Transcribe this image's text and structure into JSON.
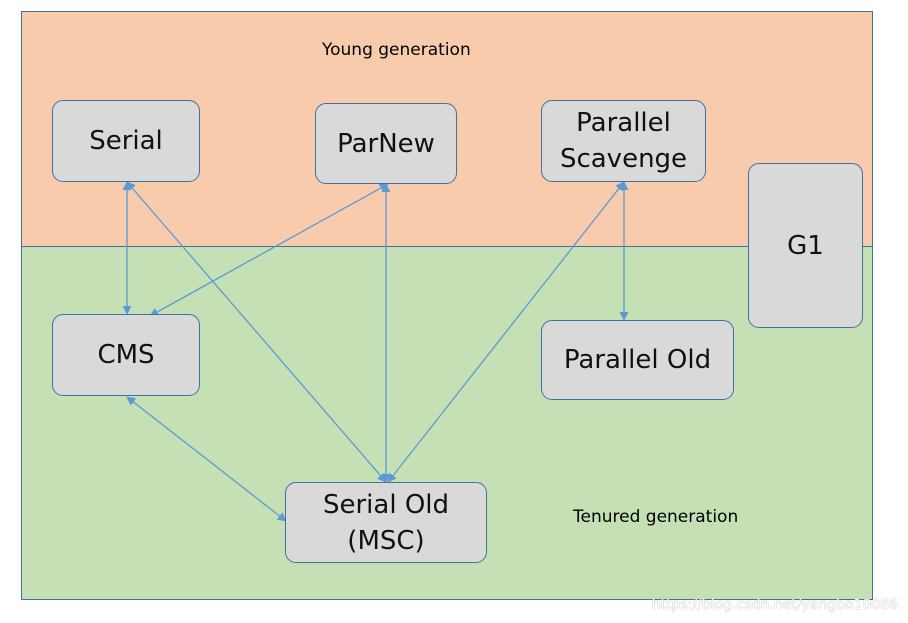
{
  "colors": {
    "young_fill": "#f8cbad",
    "tenured_fill": "#c5e0b4",
    "node_fill": "#d9d9d9",
    "border": "#41719c",
    "arrow": "#5b9bd5"
  },
  "regions": {
    "young": "Young generation",
    "tenured": "Tenured generation"
  },
  "collectors": {
    "serial": "Serial",
    "parnew": "ParNew",
    "parallel_scavenge": [
      "Parallel",
      "Scavenge"
    ],
    "g1": "G1",
    "cms": "CMS",
    "parallel_old": "Parallel Old",
    "serial_old": [
      "Serial Old",
      "(MSC)"
    ]
  },
  "links": [
    {
      "from": "Serial",
      "to": "CMS"
    },
    {
      "from": "Serial",
      "to": "Serial Old (MSC)"
    },
    {
      "from": "ParNew",
      "to": "CMS"
    },
    {
      "from": "ParNew",
      "to": "Serial Old (MSC)"
    },
    {
      "from": "Parallel Scavenge",
      "to": "Serial Old (MSC)"
    },
    {
      "from": "Parallel Scavenge",
      "to": "Parallel Old"
    },
    {
      "from": "CMS",
      "to": "Serial Old (MSC)"
    }
  ],
  "watermark": "https://blog.csdn.net/yangbo10086"
}
